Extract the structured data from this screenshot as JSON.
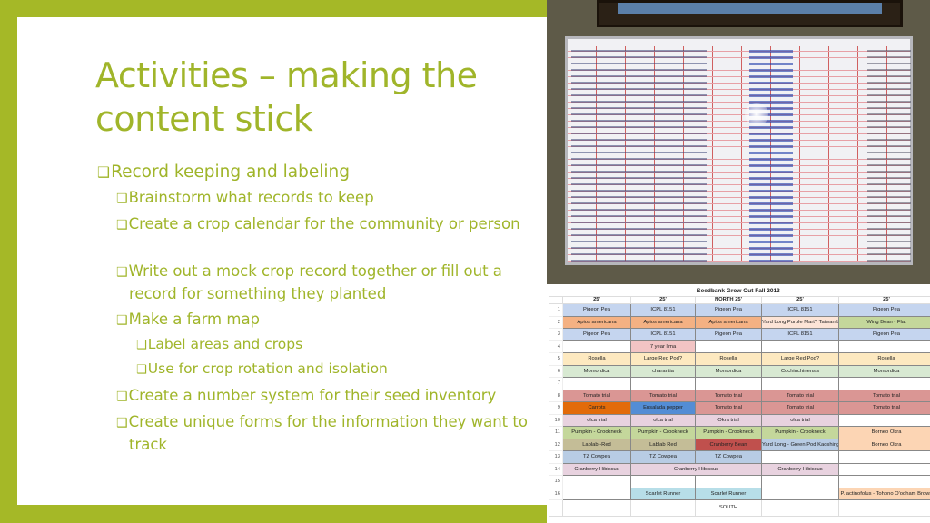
{
  "slide": {
    "title": "Activities – making the content stick",
    "bullets": [
      {
        "level": 1,
        "text": "Record keeping and labeling"
      },
      {
        "level": 2,
        "text": "Brainstorm what records to keep"
      },
      {
        "level": 2,
        "text": "Create a crop calendar for the community or person"
      },
      {
        "level": 2,
        "text": "Write out a mock crop record together or fill out a record for something they planted"
      },
      {
        "level": 2,
        "text": "Make a farm map"
      },
      {
        "level": 3,
        "text": "Label areas and crops"
      },
      {
        "level": 3,
        "text": "Use for crop rotation and isolation"
      },
      {
        "level": 2,
        "text": "Create a number system for their seed inventory"
      },
      {
        "level": 2,
        "text": "Create unique forms for the information they want to track"
      }
    ],
    "bullet_icon": "checkbox-bullet-icon",
    "bullet_glyph": "❑",
    "accent_color": "#a5b827"
  },
  "photo": {
    "description_icon": "whiteboard-photo"
  },
  "sheet": {
    "title": "Seedbank Grow Out Fall 2013",
    "headers": [
      "25'",
      "25'",
      "NORTH 25'",
      "25'",
      "25'"
    ],
    "footer": "SOUTH",
    "rows": [
      {
        "n": "1",
        "cells": [
          {
            "t": "Pigeon Pea",
            "c": "#c5d5ef"
          },
          {
            "t": "ICPL 8151",
            "c": "#c5d5ef"
          },
          {
            "t": "Pigeon Pea",
            "c": "#c5d5ef"
          },
          {
            "t": "ICPL 8151",
            "c": "#c5d5ef"
          },
          {
            "t": "Pigeon Pea",
            "c": "#c5d5ef"
          }
        ]
      },
      {
        "n": "2",
        "cells": [
          {
            "t": "Apios americana",
            "c": "#f4b183"
          },
          {
            "t": "Apios americana",
            "c": "#f4b183"
          },
          {
            "t": "Apios americana",
            "c": "#f4b183"
          },
          {
            "t": "Yard Long Purple Mart? Taiwan black?",
            "c": "#fce4d6"
          },
          {
            "t": "Wing Bean - Flat",
            "c": "#c4d79b"
          }
        ]
      },
      {
        "n": "3",
        "cells": [
          {
            "t": "Pigeon Pea",
            "c": "#c5d5ef"
          },
          {
            "t": "ICPL 8151",
            "c": "#c5d5ef"
          },
          {
            "t": "Pigeon Pea",
            "c": "#c5d5ef"
          },
          {
            "t": "ICPL 8151",
            "c": "#c5d5ef"
          },
          {
            "t": "Pigeon Pea",
            "c": "#c5d5ef"
          }
        ]
      },
      {
        "n": "4",
        "cells": [
          {
            "t": "",
            "c": "#ffffff"
          },
          {
            "t": "7 year lima",
            "c": "#f2c4c4"
          },
          {
            "t": "",
            "c": "#ffffff"
          },
          {
            "t": "",
            "c": "#ffffff"
          },
          {
            "t": "",
            "c": "#ffffff"
          }
        ]
      },
      {
        "n": "5",
        "cells": [
          {
            "t": "Rosella",
            "c": "#fde9c0"
          },
          {
            "t": "Large Red Pod?",
            "c": "#fde9c0"
          },
          {
            "t": "Rosella",
            "c": "#fde9c0"
          },
          {
            "t": "Large Red Pod?",
            "c": "#fde9c0"
          },
          {
            "t": "Rosella",
            "c": "#fde9c0"
          }
        ]
      },
      {
        "n": "6",
        "cells": [
          {
            "t": "Momordica",
            "c": "#d8e9d2"
          },
          {
            "t": "charantia",
            "c": "#d8e9d2"
          },
          {
            "t": "Momordica",
            "c": "#d8e9d2"
          },
          {
            "t": "Cochinchinensis",
            "c": "#d8e9d2"
          },
          {
            "t": "Momordica",
            "c": "#d8e9d2"
          }
        ]
      },
      {
        "n": "7",
        "cells": [
          {
            "t": "",
            "c": "#ffffff"
          },
          {
            "t": "",
            "c": "#ffffff"
          },
          {
            "t": "",
            "c": "#ffffff"
          },
          {
            "t": "",
            "c": "#ffffff"
          },
          {
            "t": "",
            "c": "#ffffff"
          }
        ]
      },
      {
        "n": "8",
        "cells": [
          {
            "t": "Tomato trial",
            "c": "#da9694"
          },
          {
            "t": "Tomato trial",
            "c": "#da9694"
          },
          {
            "t": "Tomato trial",
            "c": "#da9694"
          },
          {
            "t": "Tomato trial",
            "c": "#da9694"
          },
          {
            "t": "Tomato trial",
            "c": "#da9694"
          }
        ]
      },
      {
        "n": "9",
        "cells": [
          {
            "t": "Carrots",
            "c": "#e26b0a"
          },
          {
            "t": "Ensalada pepper",
            "c": "#538dd5"
          },
          {
            "t": "Tomato trial",
            "c": "#da9694"
          },
          {
            "t": "Tomato trial",
            "c": "#da9694"
          },
          {
            "t": "Tomato trial",
            "c": "#da9694"
          }
        ]
      },
      {
        "n": "10",
        "cells": [
          {
            "t": "olca trial",
            "c": "#e8d2df"
          },
          {
            "t": "olca trial",
            "c": "#e8d2df"
          },
          {
            "t": "Okra trial",
            "c": "#e8d2df"
          },
          {
            "t": "olca trial",
            "c": "#e8d2df"
          },
          {
            "t": "",
            "c": "#ffffff"
          }
        ]
      },
      {
        "n": "11",
        "cells": [
          {
            "t": "Pumpkin - Crookneck",
            "c": "#c4d79b"
          },
          {
            "t": "Pumpkin - Crookneck",
            "c": "#c4d79b"
          },
          {
            "t": "Pumpkin - Crookneck",
            "c": "#c4d79b"
          },
          {
            "t": "Pumpkin - Crookneck",
            "c": "#c4d79b"
          },
          {
            "t": "Borneo Okra",
            "c": "#fcd5b4"
          }
        ]
      },
      {
        "n": "12",
        "cells": [
          {
            "t": "Lablab -Red",
            "c": "#c4bd97"
          },
          {
            "t": "Lablab Red",
            "c": "#c4bd97"
          },
          {
            "t": "Cranberry Bean",
            "c": "#c0504d"
          },
          {
            "t": "Yard Long - Green Pod Kaoshing",
            "c": "#b8cce4"
          },
          {
            "t": "Borneo Okra",
            "c": "#fcd5b4"
          }
        ]
      },
      {
        "n": "13",
        "cells": [
          {
            "t": "TZ Cowpea",
            "c": "#b8cce4"
          },
          {
            "t": "TZ Cowpea",
            "c": "#b8cce4"
          },
          {
            "t": "TZ Cowpea",
            "c": "#b8cce4"
          },
          {
            "t": "",
            "c": "#ffffff"
          },
          {
            "t": "",
            "c": "#ffffff"
          }
        ]
      },
      {
        "n": "14",
        "cells": [
          {
            "t": "Cranberry Hibiscus",
            "c": "#e8d2df"
          },
          {
            "t": "Cranberry Hibiscus",
            "c": "#e8d2df",
            "span": 2
          },
          {
            "t": "",
            "c": "#e8d2df"
          },
          {
            "t": "Cranberry Hibiscus",
            "c": "#e8d2df"
          }
        ]
      },
      {
        "n": "15",
        "cells": [
          {
            "t": "",
            "c": "#ffffff"
          },
          {
            "t": "",
            "c": "#ffffff"
          },
          {
            "t": "",
            "c": "#ffffff"
          },
          {
            "t": "",
            "c": "#ffffff"
          },
          {
            "t": "",
            "c": "#ffffff"
          }
        ]
      },
      {
        "n": "16",
        "cells": [
          {
            "t": "",
            "c": "#ffffff"
          },
          {
            "t": "Scarlet Runner",
            "c": "#b7dee8"
          },
          {
            "t": "Scarlet Runner",
            "c": "#b7dee8"
          },
          {
            "t": "",
            "c": "#ffffff"
          },
          {
            "t": "P. actinofolus - Tohono O'odham Brown",
            "c": "#fcd5b4"
          }
        ]
      }
    ]
  }
}
